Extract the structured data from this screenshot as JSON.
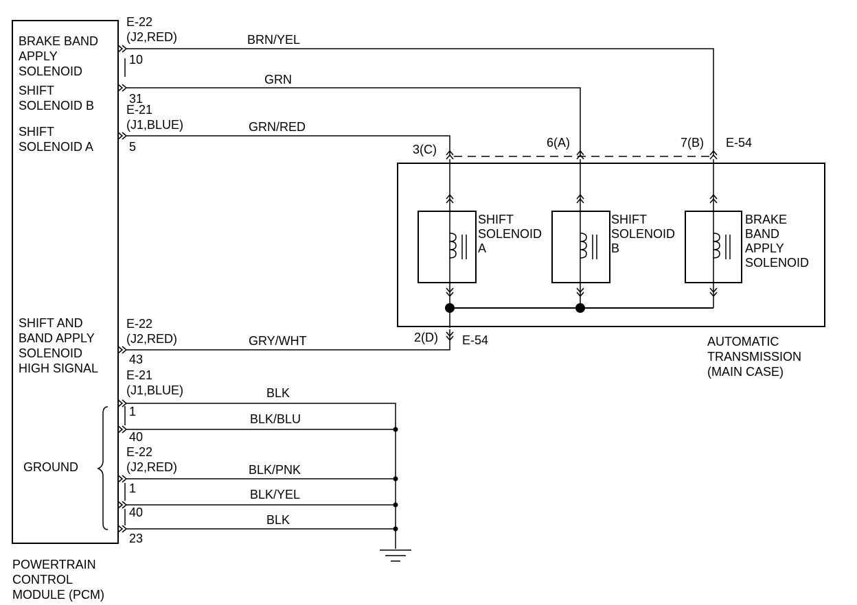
{
  "pcm": {
    "name": [
      "POWERTRAIN",
      "CONTROL",
      "MODULE (PCM)"
    ],
    "circuits": {
      "brake_band": [
        "BRAKE BAND",
        "APPLY",
        "SOLENOID"
      ],
      "shift_b": [
        "SHIFT",
        "SOLENOID B"
      ],
      "shift_a": [
        "SHIFT",
        "SOLENOID A"
      ],
      "high_signal": [
        "SHIFT AND",
        "BAND APPLY",
        "SOLENOID",
        "HIGH SIGNAL"
      ],
      "ground": "GROUND"
    }
  },
  "connectors": {
    "c1_id": "E-22",
    "c1_detail": "(J2,RED)",
    "c2_id": "E-21",
    "c2_detail": "(J1,BLUE)",
    "c3_id": "E-22",
    "c3_detail": "(J2,RED)",
    "c4_id": "E-21",
    "c4_detail": "(J1,BLUE)",
    "c5_id": "E-22",
    "c5_detail": "(J2,RED)",
    "e54_top": "E-54",
    "e54_bottom": "E-54"
  },
  "pins": {
    "p10": "10",
    "p31": "31",
    "p5": "5",
    "p43": "43",
    "g1": "1",
    "g40": "40",
    "g1b": "1",
    "g40b": "40",
    "g23": "23"
  },
  "e54_pins": {
    "c": "3(C)",
    "a": "6(A)",
    "b": "7(B)",
    "d": "2(D)"
  },
  "wires": {
    "brn_yel": "BRN/YEL",
    "grn": "GRN",
    "grn_red": "GRN/RED",
    "gry_wht": "GRY/WHT",
    "blk1": "BLK",
    "blk_blu": "BLK/BLU",
    "blk_pnk": "BLK/PNK",
    "blk_yel": "BLK/YEL",
    "blk2": "BLK"
  },
  "solenoids": {
    "a": [
      "SHIFT",
      "SOLENOID",
      "A"
    ],
    "b": [
      "SHIFT",
      "SOLENOID",
      "B"
    ],
    "brake": [
      "BRAKE",
      "BAND",
      "APPLY",
      "SOLENOID"
    ]
  },
  "transmission": [
    "AUTOMATIC",
    "TRANSMISSION",
    "(MAIN CASE)"
  ]
}
